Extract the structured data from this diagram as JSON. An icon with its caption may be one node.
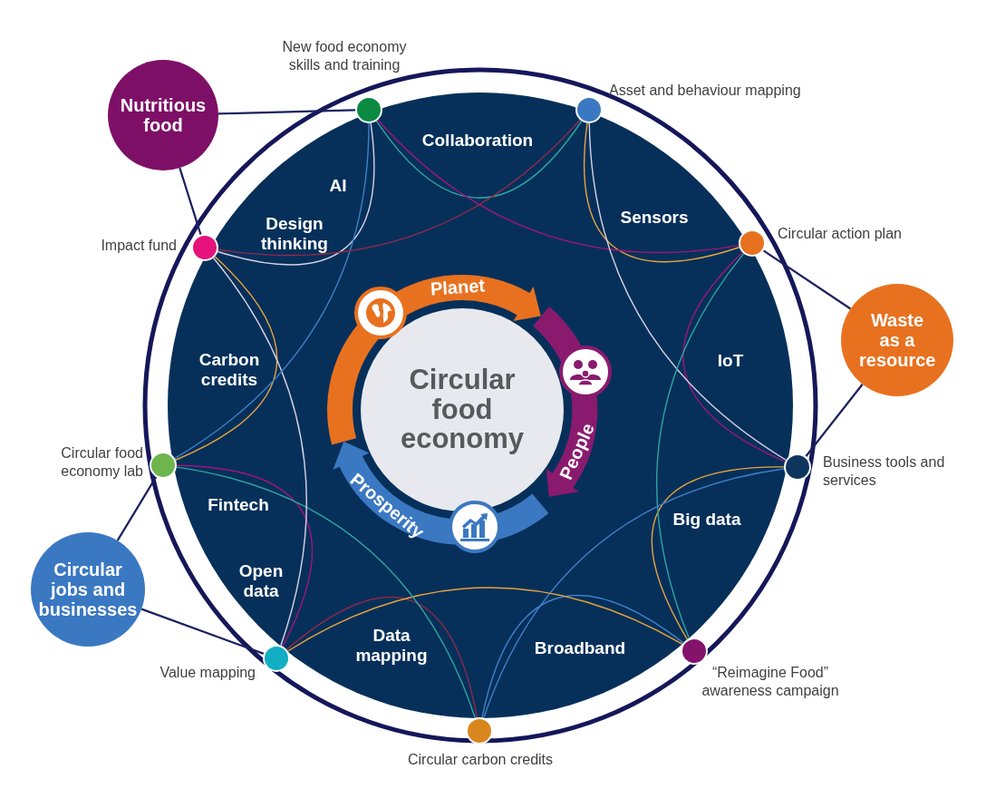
{
  "diagram": {
    "nodes": [
      {
        "text": [
          "Nutritious food"
        ]
      },
      {
        "text": [],
        "shape": "circle",
        "beside": [
          "New food economy skills and training"
        ]
      },
      {
        "text": [],
        "shape": "circle",
        "beside": [
          "Asset and behaviour mapping"
        ]
      },
      {
        "text": [],
        "shape": "circle",
        "beside": [
          "Impact fund"
        ]
      },
      {
        "text": [],
        "shape": "circle",
        "beside": [
          "Circular action plan"
        ]
      },
      {
        "text": [
          "Circular food economy"
        ]
      },
      {
        "text": [
          "Planet"
        ]
      },
      {
        "text": [
          "People"
        ]
      },
      {
        "text": [
          "Prosperity"
        ]
      },
      {
        "text": [
          "Waste as a resource"
        ]
      },
      {
        "text": [],
        "shape": "circle",
        "beside": [
          "Circular food economy lab"
        ]
      },
      {
        "text": [],
        "shape": "circle",
        "beside": [
          "Business tools and services"
        ]
      },
      {
        "text": [
          "Circular jobs and businesses"
        ]
      },
      {
        "text": [],
        "shape": "circle",
        "beside": [
          "Value mapping"
        ]
      },
      {
        "text": [],
        "shape": "circle",
        "beside": [
          "“Reimagine Food” awareness campaign"
        ]
      },
      {
        "text": [],
        "shape": "circle",
        "beside": [
          "Circular carbon credits"
        ]
      }
    ],
    "edges": [
      {
        "from": 1,
        "to": 2,
        "arrow": "none",
        "color": "#2fa3a0"
      },
      {
        "from": 2,
        "to": 4,
        "arrow": "none",
        "color": "#e8a33d"
      },
      {
        "from": 4,
        "to": 11,
        "arrow": "none",
        "color": "#a0167a"
      },
      {
        "from": 11,
        "to": 14,
        "arrow": "none",
        "color": "#e8a33d"
      },
      {
        "from": 14,
        "to": 15,
        "arrow": "none",
        "color": "#3f7fc6"
      },
      {
        "from": 15,
        "to": 13,
        "arrow": "none",
        "color": "#8e2a4a"
      },
      {
        "from": 13,
        "to": 10,
        "arrow": "none",
        "color": "#a0167a"
      },
      {
        "from": 10,
        "to": 3,
        "arrow": "none",
        "color": "#e8a33d"
      },
      {
        "from": 3,
        "to": 1,
        "arrow": "none",
        "color": "#d8d2e6"
      },
      {
        "from": 1,
        "to": 4,
        "arrow": "none",
        "color": "#a0167a"
      },
      {
        "from": 2,
        "to": 11,
        "arrow": "none",
        "color": "#d8d2e6"
      },
      {
        "from": 4,
        "to": 14,
        "arrow": "none",
        "color": "#2fa3a0"
      },
      {
        "from": 11,
        "to": 15,
        "arrow": "none",
        "color": "#3f7fc6"
      },
      {
        "from": 14,
        "to": 13,
        "arrow": "none",
        "color": "#e8a33d"
      },
      {
        "from": 15,
        "to": 10,
        "arrow": "none",
        "color": "#2fa3a0"
      },
      {
        "from": 13,
        "to": 3,
        "arrow": "none",
        "color": "#d8d2e6"
      },
      {
        "from": 10,
        "to": 1,
        "arrow": "none",
        "color": "#3f7fc6"
      },
      {
        "from": 3,
        "to": 2,
        "arrow": "none",
        "color": "#8e2a4a"
      },
      {
        "from": 0,
        "to": 3,
        "arrow": "none",
        "color": "#1b1f5e"
      },
      {
        "from": 0,
        "to": 1,
        "arrow": "none",
        "color": "#1b1f5e"
      },
      {
        "from": 9,
        "to": 4,
        "arrow": "none",
        "color": "#1b1f5e"
      },
      {
        "from": 9,
        "to": 11,
        "arrow": "none",
        "color": "#1b1f5e"
      },
      {
        "from": 12,
        "to": 10,
        "arrow": "none",
        "color": "#1b1f5e"
      },
      {
        "from": 12,
        "to": 13,
        "arrow": "none",
        "color": "#1b1f5e"
      }
    ],
    "labels": [
      "Collaboration",
      "AI",
      "Sensors",
      "Design thinking",
      "IoT",
      "Carbon credits",
      "Fintech",
      "Big data",
      "Open data",
      "Data mapping",
      "Broadband"
    ]
  }
}
